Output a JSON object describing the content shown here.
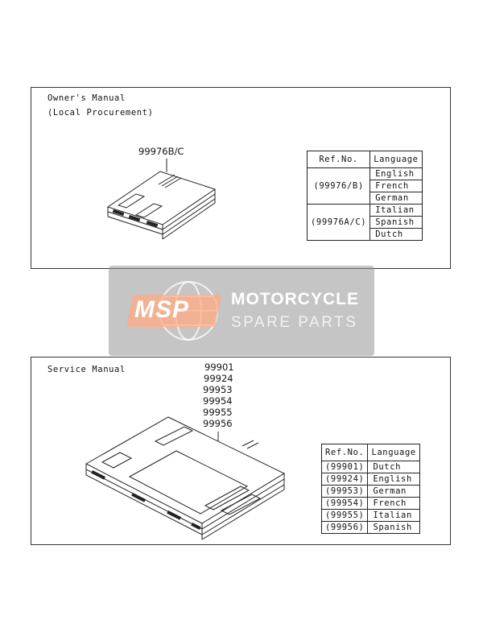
{
  "owner_section": {
    "title_line1": "Owner's Manual",
    "title_line2": "(Local Procurement)",
    "part_number": "99976B/C",
    "table": {
      "header_ref": "Ref.No.",
      "header_language": "Language",
      "groups": [
        {
          "ref": "(99976/B)",
          "languages": [
            "English",
            "French",
            "German"
          ]
        },
        {
          "ref": "(99976A/C)",
          "languages": [
            "Italian",
            "Spanish",
            "Dutch"
          ]
        }
      ]
    }
  },
  "service_section": {
    "title": "Service Manual",
    "part_numbers": [
      "99901",
      "99924",
      "99953",
      "99954",
      "99955",
      "99956"
    ],
    "table": {
      "header_ref": "Ref.No.",
      "header_language": "Language",
      "rows": [
        {
          "ref": "(99901)",
          "language": "Dutch"
        },
        {
          "ref": "(99924)",
          "language": "English"
        },
        {
          "ref": "(99953)",
          "language": "German"
        },
        {
          "ref": "(99954)",
          "language": "French"
        },
        {
          "ref": "(99955)",
          "language": "Italian"
        },
        {
          "ref": "(99956)",
          "language": "Spanish"
        }
      ]
    }
  },
  "watermark": {
    "logo_text": "MSP",
    "line1": "MOTORCYCLE",
    "line2": "SPARE PARTS"
  }
}
